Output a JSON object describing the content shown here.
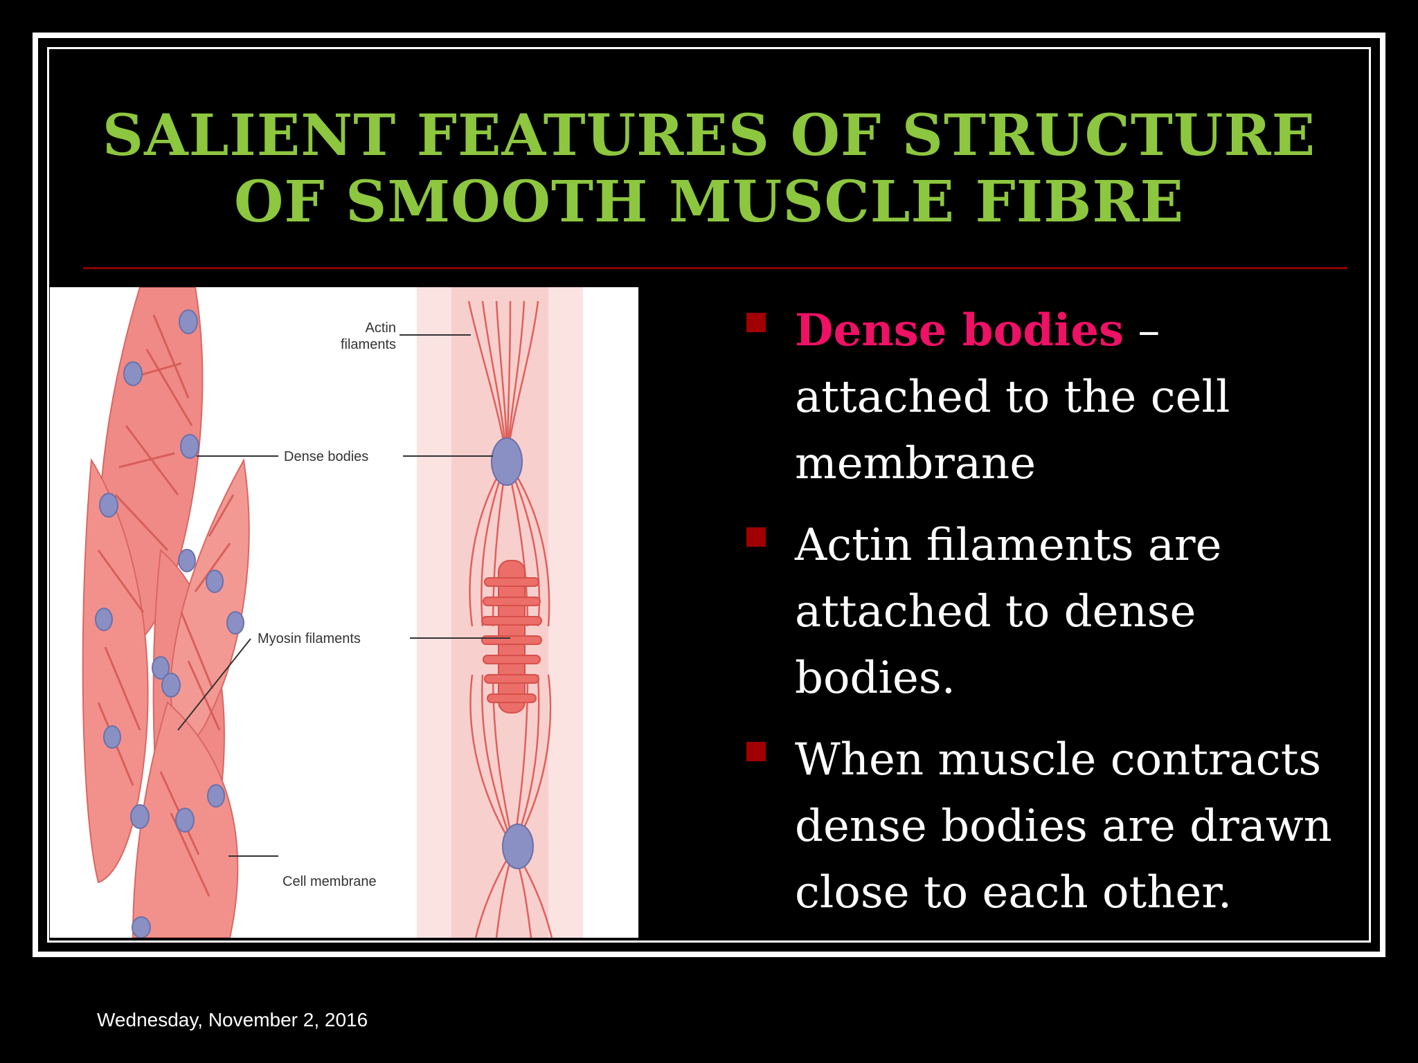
{
  "slide": {
    "title_line1": "SALIENT FEATURES OF STRUCTURE",
    "title_line2": "OF SMOOTH MUSCLE FIBRE",
    "accent_color": "#8dc63f",
    "rule_color": "#8b0000",
    "bullet_color": "#a00000",
    "highlight_color": "#ee1166"
  },
  "figure": {
    "label_actin_1": "Actin",
    "label_actin_2": "filaments",
    "label_dense": "Dense bodies",
    "label_myosin": "Myosin filaments",
    "label_membrane": "Cell membrane"
  },
  "bullets": [
    {
      "highlight": "Dense bodies",
      "text": " –\nattached to the cell\nmembrane"
    },
    {
      "text": "Actin filaments are\nattached to dense\nbodies."
    },
    {
      "text": "When muscle contracts\ndense bodies are drawn\nclose to each other."
    }
  ],
  "footer": {
    "date": "Wednesday, November 2, 2016"
  }
}
